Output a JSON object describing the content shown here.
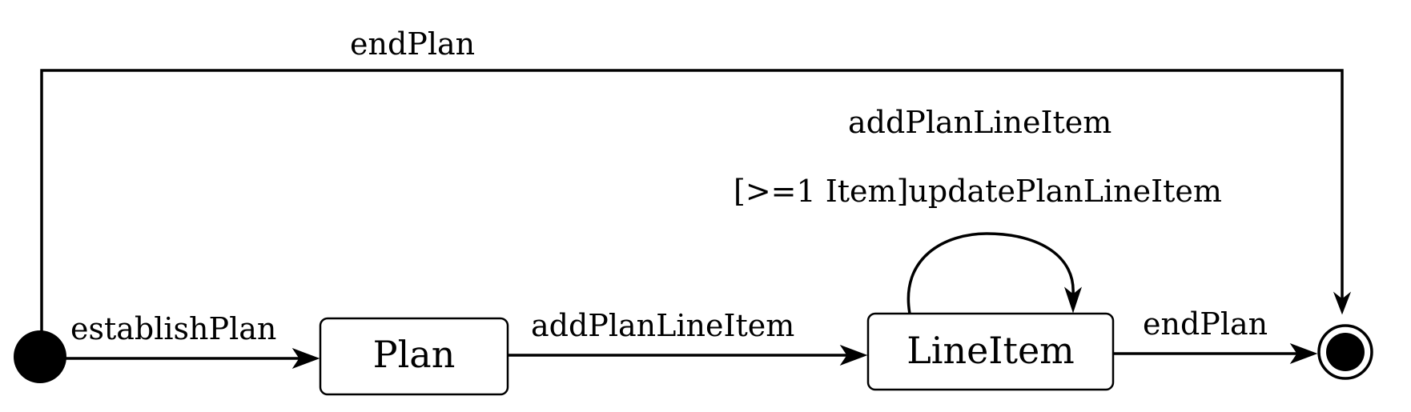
{
  "diagram": {
    "type": "uml-state-machine",
    "states": [
      {
        "id": "plan",
        "label": "Plan"
      },
      {
        "id": "lineitem",
        "label": "LineItem"
      }
    ],
    "pseudostates": {
      "initial": "initial-node",
      "final": "final-node"
    },
    "transitions": [
      {
        "id": "t-establish",
        "from": "initial-node",
        "to": "plan",
        "label": "establishPlan"
      },
      {
        "id": "t-addline",
        "from": "plan",
        "to": "lineitem",
        "label": "addPlanLineItem"
      },
      {
        "id": "t-self",
        "from": "lineitem",
        "to": "lineitem",
        "labels": [
          "addPlanLineItem",
          "[>=1 Item]updatePlanLineItem"
        ]
      },
      {
        "id": "t-endplan",
        "from": "lineitem",
        "to": "final-node",
        "label": "endPlan"
      },
      {
        "id": "t-endplan-top",
        "from": "initial-node",
        "to": "final-node",
        "label": "endPlan"
      }
    ]
  }
}
